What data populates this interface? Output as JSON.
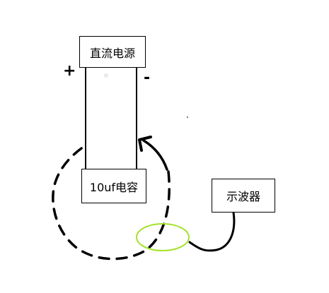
{
  "diagram": {
    "nodes": {
      "dc_source": "直流电源",
      "capacitor": "10uf电容",
      "oscilloscope": "示波器"
    },
    "terminals": {
      "positive": "+",
      "negative": "-"
    },
    "colors": {
      "stroke": "#000000",
      "highlight_ring": "#a6e22e",
      "background": "#ffffff"
    },
    "annotations": {
      "current_loop": "dashed-arrow-loop",
      "probe_point": "oscilloscope-probe"
    }
  }
}
